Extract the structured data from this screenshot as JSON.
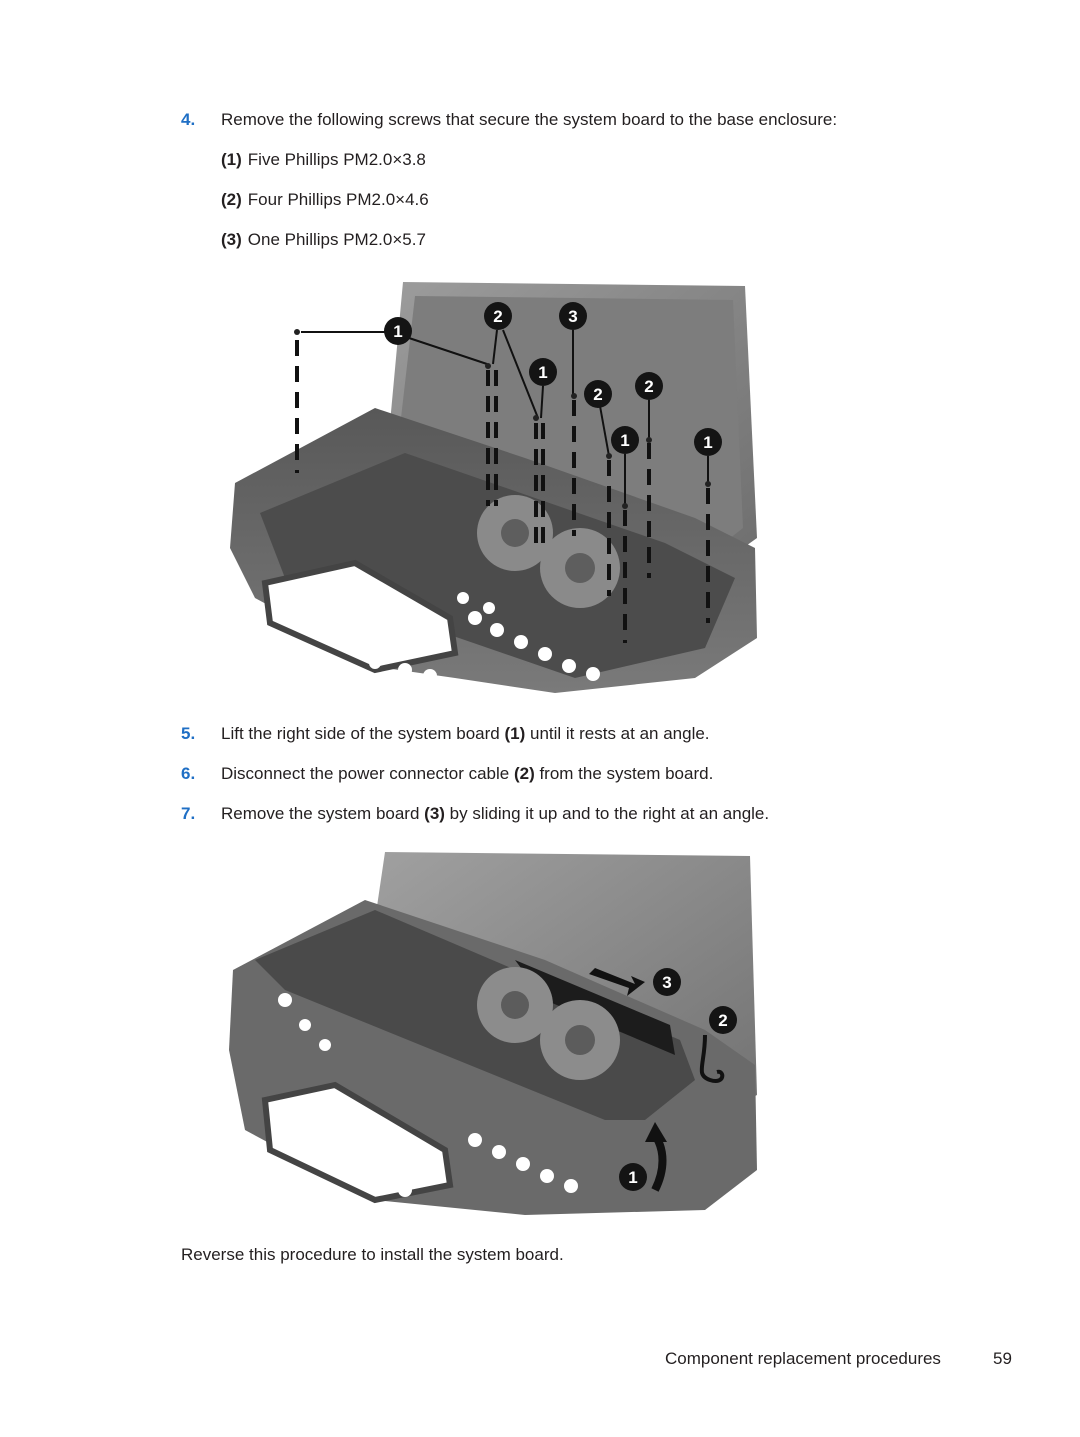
{
  "step4": {
    "number": "4.",
    "text": "Remove the following screws that secure the system board to the base enclosure:",
    "items": [
      {
        "label": "(1)",
        "text": "Five Phillips PM2.0×3.8"
      },
      {
        "label": "(2)",
        "text": "Four Phillips PM2.0×4.6"
      },
      {
        "label": "(3)",
        "text": "One Phillips PM2.0×5.7"
      }
    ]
  },
  "figure1": {
    "callouts": [
      "1",
      "2",
      "3",
      "1",
      "2",
      "2",
      "1",
      "1"
    ]
  },
  "step5": {
    "number": "5.",
    "pre": "Lift the right side of the system board ",
    "ref": "(1)",
    "post": " until it rests at an angle."
  },
  "step6": {
    "number": "6.",
    "pre": "Disconnect the power connector cable ",
    "ref": "(2)",
    "post": " from the system board."
  },
  "step7": {
    "number": "7.",
    "pre": "Remove the system board ",
    "ref": "(3)",
    "post": " by sliding it up and to the right at an angle."
  },
  "figure2": {
    "callouts": [
      "3",
      "2",
      "1"
    ]
  },
  "closing": "Reverse this procedure to install the system board.",
  "footer": {
    "section": "Component replacement procedures",
    "page": "59"
  }
}
